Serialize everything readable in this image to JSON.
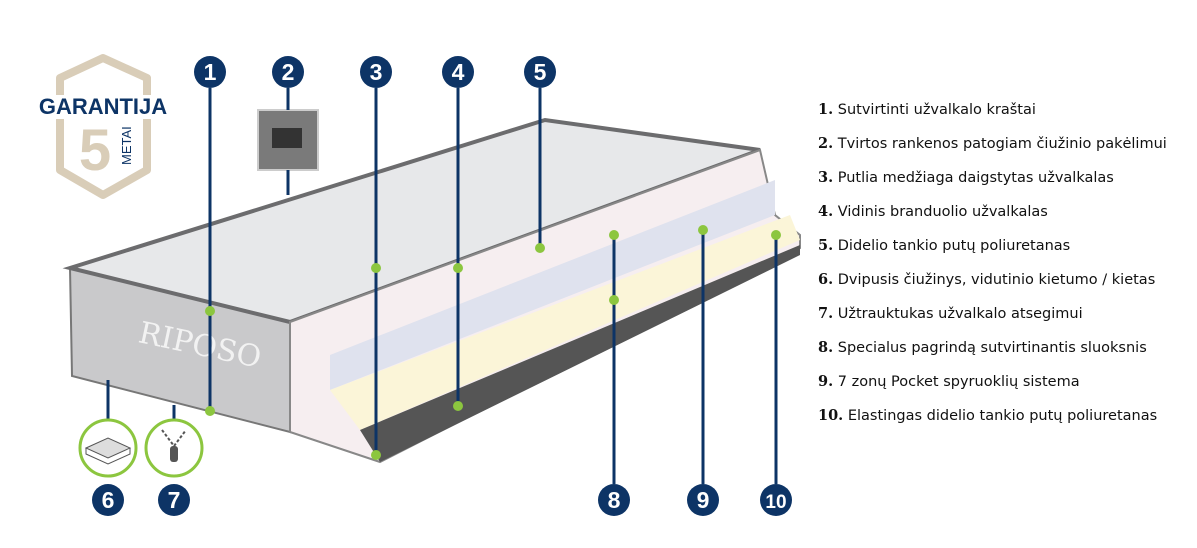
{
  "badge": {
    "title": "GARANTIJA",
    "years": "5",
    "unit": "METAI"
  },
  "brand_logo": "RIPOSO",
  "markers": [
    "1",
    "2",
    "3",
    "4",
    "5",
    "6",
    "7",
    "8",
    "9",
    "10"
  ],
  "legend": [
    {
      "num": "1.",
      "text": "Sutvirtinti užvalkalo kraštai"
    },
    {
      "num": "2.",
      "text": "Tvirtos rankenos patogiam čiužinio pakėlimui"
    },
    {
      "num": "3.",
      "text": "Putlia medžiaga daigstytas užvalkalas"
    },
    {
      "num": "4.",
      "text": "Vidinis branduolio užvalkalas"
    },
    {
      "num": "5.",
      "text": "Didelio tankio putų poliuretanas"
    },
    {
      "num": "6.",
      "text": "Dvipusis čiužinys, vidutinio kietumo / kietas"
    },
    {
      "num": "7.",
      "text": "Užtrauktukas užvalkalo atsegimui"
    },
    {
      "num": "8.",
      "text": "Specialus pagrindą sutvirtinantis sluoksnis"
    },
    {
      "num": "9.",
      "text": "7 zonų Pocket spyruoklių sistema"
    },
    {
      "num": "10.",
      "text": "Elastingas didelio tankio putų poliuretanas"
    }
  ],
  "colors": {
    "navy": "#0d3466",
    "green": "#8cc63f",
    "beige": "#d9cdb8"
  }
}
